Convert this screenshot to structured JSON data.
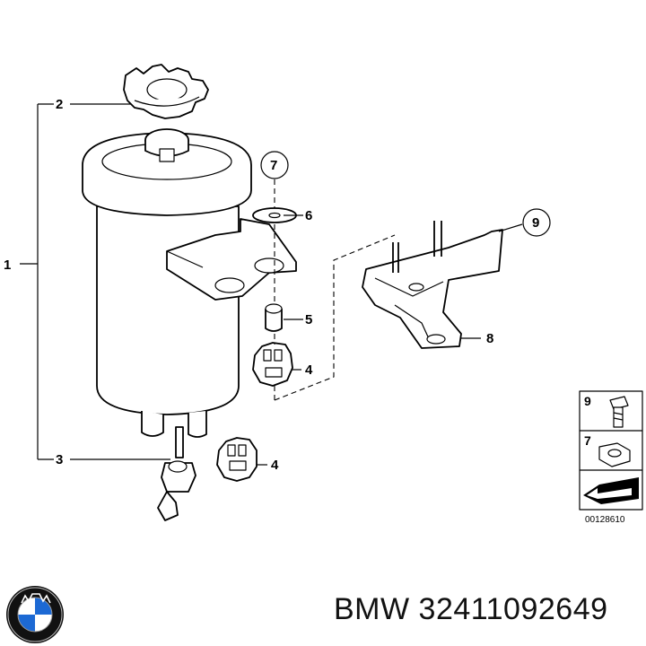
{
  "diagram": {
    "callouts": {
      "c1": "1",
      "c2": "2",
      "c3": "3",
      "c4a": "4",
      "c4b": "4",
      "c5": "5",
      "c6": "6",
      "c7": "7",
      "c8": "8",
      "c9": "9"
    },
    "kit_legend": {
      "item_9": "9",
      "item_7": "7"
    },
    "reference_code": "00128610"
  },
  "caption": {
    "text": "BMW 32411092649"
  },
  "logo": {
    "brand": "BMW",
    "colors": {
      "blue": "#1c69d4",
      "white": "#ffffff",
      "black": "#111111"
    }
  }
}
